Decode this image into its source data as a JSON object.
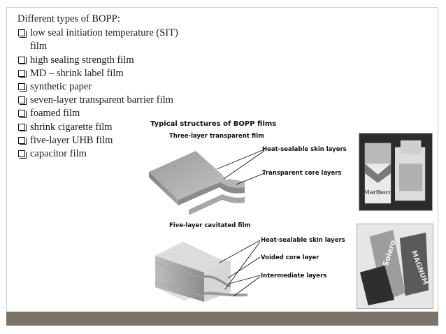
{
  "text": {
    "heading": "Different types of  BOPP:",
    "items": [
      "low seal initiation temperature (SIT) film",
      "high sealing strength film",
      "MD – shrink label film",
      "synthetic paper",
      "seven-layer transparent barrier film",
      "foamed film",
      "shrink cigarette film",
      "five-layer UHB film",
      "capacitor film"
    ]
  },
  "figure": {
    "title": "Typical structures of BOPP films",
    "three_layer": {
      "title": "Three-layer transparent film",
      "callouts": [
        "Heat-sealable skin layers",
        "Transparent core layers"
      ]
    },
    "five_layer": {
      "title": "Five-layer cavitated film",
      "callouts": [
        "Heat-sealable skin layers",
        "Voided core layer",
        "Intermediate layers"
      ]
    }
  },
  "photos": {
    "cigarette_pack_text": "Marlboro",
    "wrapper_text_1": "Solero",
    "wrapper_text_2": "MAGNUM"
  },
  "colors": {
    "bottom_bar": "#7a7566",
    "border": "#c9c9c9"
  }
}
